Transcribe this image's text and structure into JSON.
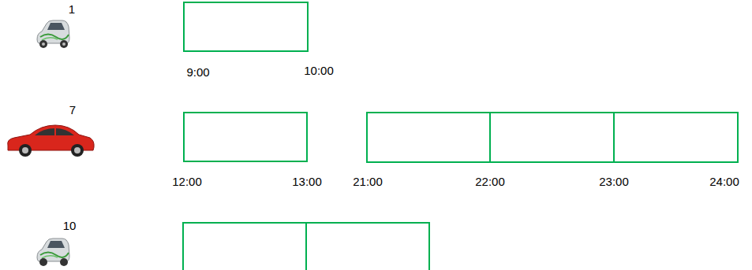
{
  "diagram": {
    "labels": [
      "1",
      "9:00",
      "10:00",
      "7",
      "12:00",
      "13:00",
      "21:00",
      "22:00",
      "23:00",
      "24:00",
      "10"
    ]
  }
}
